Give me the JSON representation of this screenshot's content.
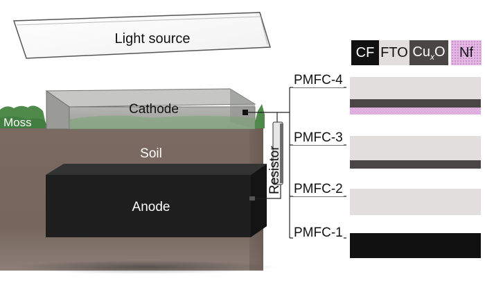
{
  "labels": {
    "light_source": "Light source",
    "cathode": "Cathode",
    "moss": "Moss",
    "soil": "Soil",
    "anode": "Anode",
    "resistor": "Resistor"
  },
  "legend": [
    {
      "key": "cf",
      "label": "CF",
      "color": "#111111",
      "text_color": "#ffffff"
    },
    {
      "key": "fto",
      "label": "FTO",
      "color": "#e3dede",
      "text_color": "#111111"
    },
    {
      "key": "cuxo",
      "label_main": "Cu",
      "label_sub": "x",
      "label_end": "O",
      "color": "#4a4646",
      "text_color": "#ffffff"
    },
    {
      "key": "nf",
      "label": "Nf",
      "color": "#e6b6e6",
      "text_color": "#111111"
    }
  ],
  "pmfc": [
    {
      "label": "PMFC-4"
    },
    {
      "label": "PMFC-3"
    },
    {
      "label": "PMFC-2"
    },
    {
      "label": "PMFC-1"
    }
  ],
  "colors": {
    "soil": "#786860",
    "anode": "#1e1e1e",
    "cathode": "#a9aaa6",
    "moss": "#4f8a4a",
    "cf": "#111111",
    "fto": "#e3dede",
    "cuxo": "#4a4646",
    "nf": "#e6b6e6"
  }
}
